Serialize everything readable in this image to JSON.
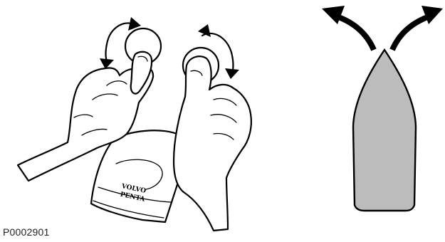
{
  "figure": {
    "id_label": "P0002901"
  },
  "control_unit": {
    "brand_line1": "VOLVO",
    "brand_line2": "PENTA"
  }
}
